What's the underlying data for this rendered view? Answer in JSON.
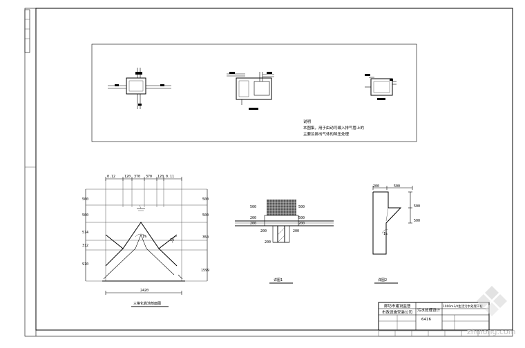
{
  "drawing": {
    "notes": {
      "heading": "说明",
      "line1": "本图集，用于由动可编入排气管上的",
      "line2": "主要及排出气体的降压处理"
    },
    "section_main": {
      "title": "三格化粪池剖面图",
      "dims_top": [
        "0.12",
        "120",
        "370",
        "370",
        "120",
        "0.11"
      ],
      "dims_left": [
        "500",
        "500",
        "514",
        "312",
        "910"
      ],
      "dims_right": [
        "500",
        "500",
        "350",
        "1599"
      ],
      "dim_bottom": "2420",
      "slope_left": "1%",
      "slope_right": "1%"
    },
    "detail_1": {
      "title": "详图1",
      "dims": [
        "500",
        "200",
        "200",
        "200",
        "200",
        "500",
        "500",
        "200",
        "200"
      ]
    },
    "detail_2": {
      "title": "详图2",
      "dims": [
        "200",
        "500",
        "500",
        "500",
        "1%"
      ]
    },
    "title_block": {
      "org1": "廊坊市建设监督",
      "org2": "市政设施安装公司",
      "proj": "污水处理设计",
      "desc": "1000m3/d生活污水处理工程",
      "sheet": "6416"
    },
    "watermark": "zhulong.com"
  }
}
